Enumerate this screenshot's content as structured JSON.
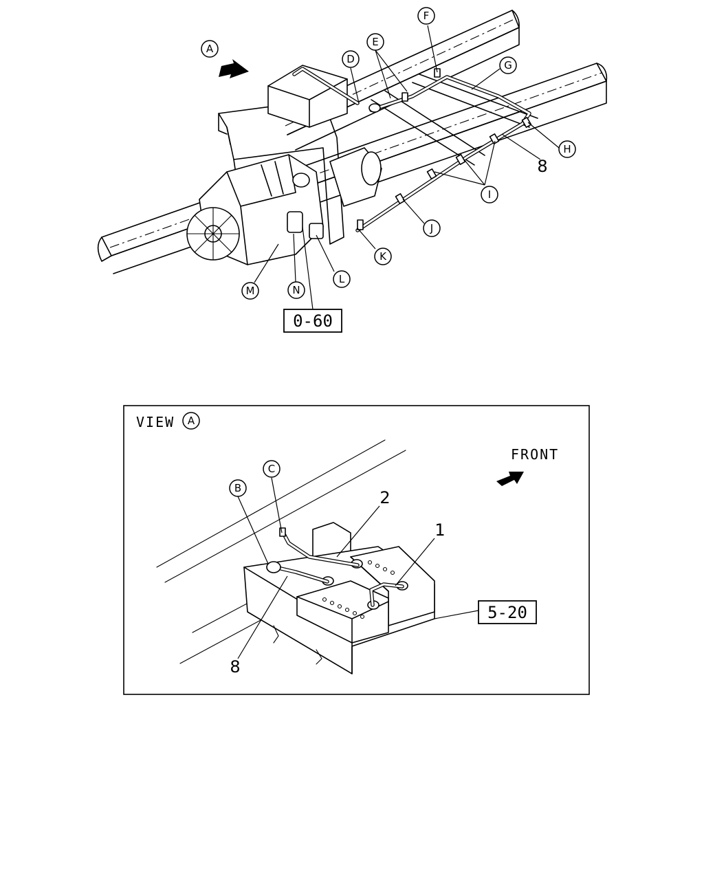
{
  "callouts": {
    "A": "A",
    "B": "B",
    "C": "C",
    "D": "D",
    "E": "E",
    "F": "F",
    "G": "G",
    "H": "H",
    "I": "I",
    "J": "J",
    "K": "K",
    "L": "L",
    "M": "M",
    "N": "N"
  },
  "part_numbers": {
    "one": "1",
    "two": "2",
    "eight_top": "8",
    "eight_view": "8"
  },
  "references": {
    "top": "0-60",
    "view": "5-20"
  },
  "view_caption": {
    "word": "VIEW",
    "letter": "A"
  },
  "front_label": "FRONT"
}
